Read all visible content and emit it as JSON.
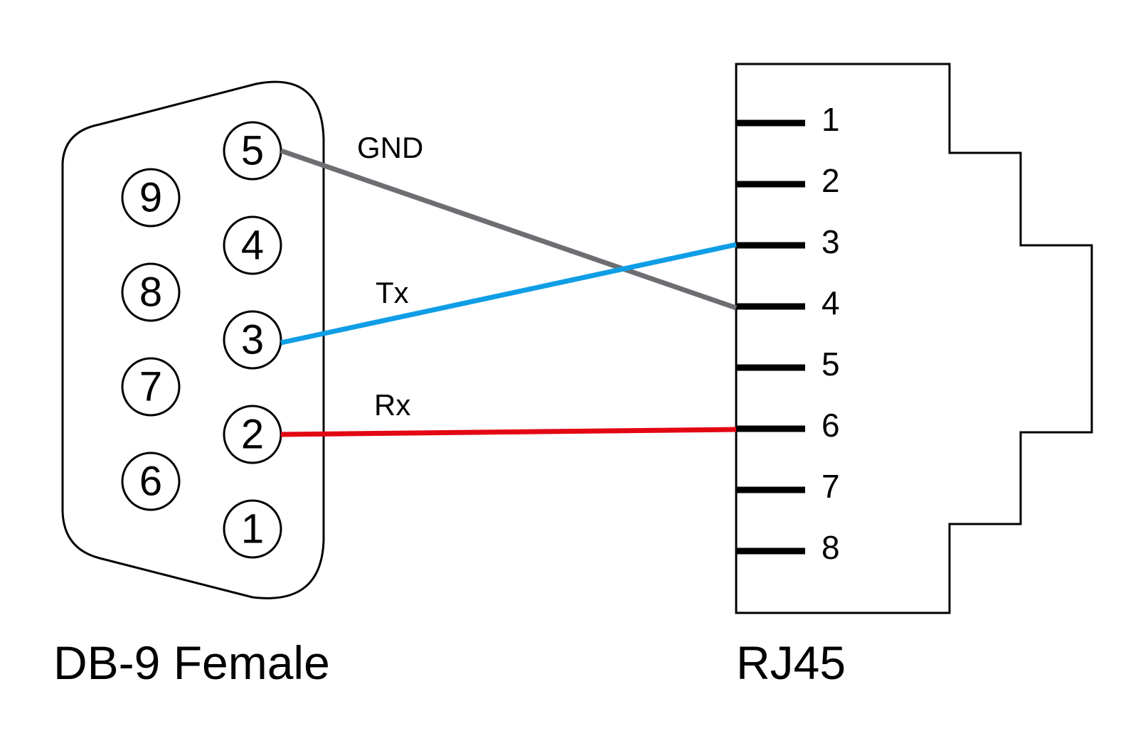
{
  "db9": {
    "caption": "DB-9 Female",
    "pins": [
      "1",
      "2",
      "3",
      "4",
      "5",
      "6",
      "7",
      "8",
      "9"
    ]
  },
  "rj45": {
    "caption": "RJ45",
    "pins": [
      "1",
      "2",
      "3",
      "4",
      "5",
      "6",
      "7",
      "8"
    ]
  },
  "wires": [
    {
      "label": "GND",
      "from_db9_pin": "5",
      "to_rj45_pin": "4",
      "color": "#6d6e71"
    },
    {
      "label": "Tx",
      "from_db9_pin": "3",
      "to_rj45_pin": "3",
      "color": "#0f9ee6"
    },
    {
      "label": "Rx",
      "from_db9_pin": "2",
      "to_rj45_pin": "6",
      "color": "#e30613"
    }
  ]
}
